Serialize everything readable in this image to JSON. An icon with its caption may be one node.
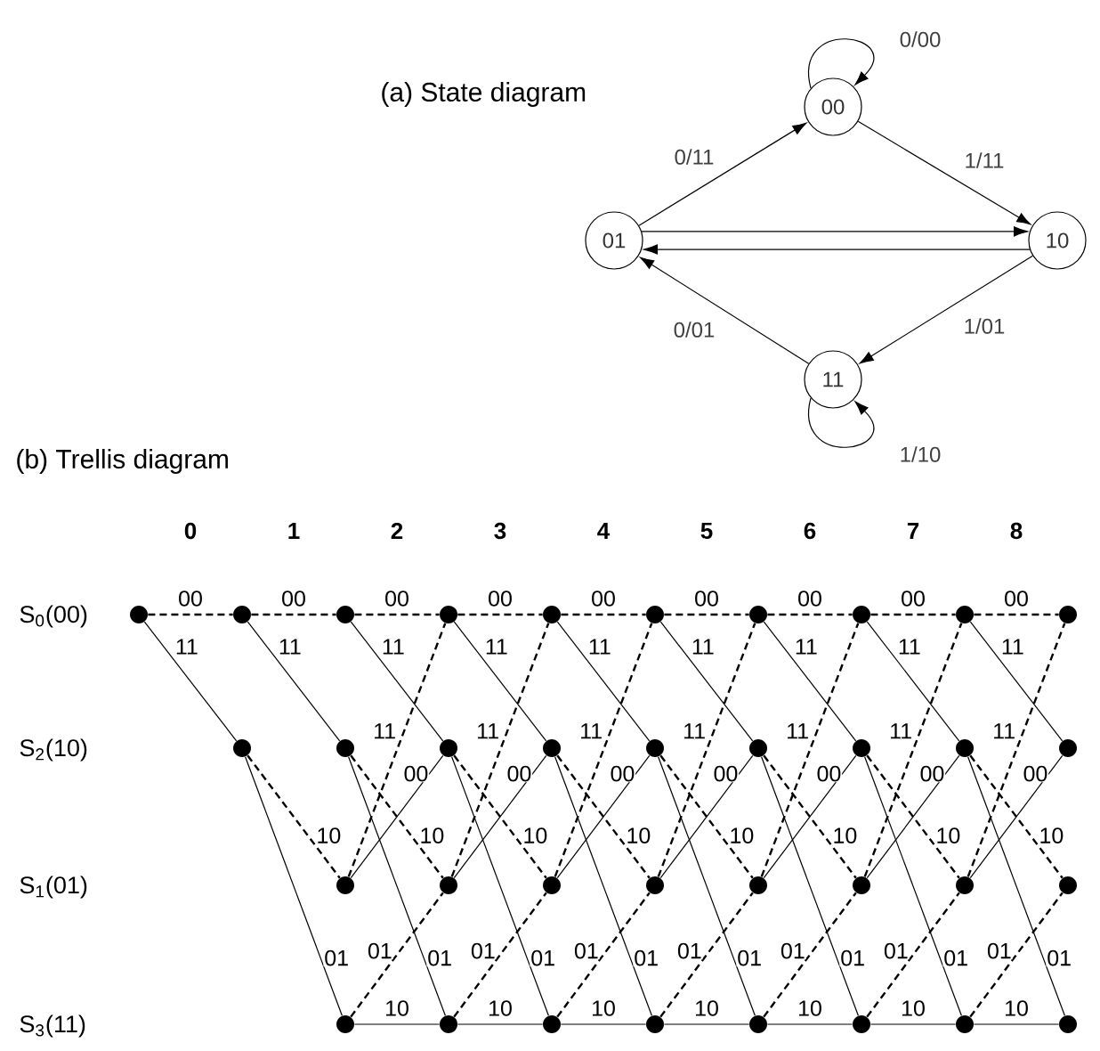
{
  "diagram": {
    "nodes": [
      {
        "text": [
          "00"
        ]
      },
      {
        "text": [
          "01"
        ]
      },
      {
        "text": [
          "10"
        ]
      },
      {
        "text": [
          "11"
        ]
      },
      {
        "text": [],
        "shape": "circle"
      },
      {
        "text": [],
        "shape": "circle"
      },
      {
        "text": [],
        "shape": "circle"
      },
      {
        "text": [],
        "shape": "circle"
      },
      {
        "text": [],
        "shape": "circle"
      },
      {
        "text": [],
        "shape": "circle"
      },
      {
        "text": [],
        "shape": "circle"
      },
      {
        "text": [],
        "shape": "circle"
      },
      {
        "text": [],
        "shape": "circle"
      },
      {
        "text": [],
        "shape": "circle"
      },
      {
        "text": [],
        "shape": "circle"
      },
      {
        "text": [],
        "shape": "circle"
      },
      {
        "text": [],
        "shape": "circle"
      },
      {
        "text": [],
        "shape": "circle"
      },
      {
        "text": [],
        "shape": "circle"
      },
      {
        "text": [],
        "shape": "circle"
      },
      {
        "text": [],
        "shape": "circle"
      },
      {
        "text": [],
        "shape": "circle"
      },
      {
        "text": [],
        "shape": "circle"
      },
      {
        "text": [],
        "shape": "circle"
      },
      {
        "text": [],
        "shape": "circle"
      },
      {
        "text": [],
        "shape": "circle"
      },
      {
        "text": [],
        "shape": "circle"
      },
      {
        "text": [],
        "shape": "circle"
      },
      {
        "text": [],
        "shape": "circle"
      },
      {
        "text": [],
        "shape": "circle"
      },
      {
        "text": [],
        "shape": "circle"
      },
      {
        "text": [],
        "shape": "circle"
      },
      {
        "text": [],
        "shape": "circle"
      },
      {
        "text": [],
        "shape": "circle"
      },
      {
        "text": [],
        "shape": "circle"
      },
      {
        "text": [],
        "shape": "circle"
      },
      {
        "text": [],
        "shape": "circle"
      },
      {
        "text": [],
        "shape": "circle"
      },
      {
        "text": [],
        "shape": "circle"
      }
    ],
    "edges": [
      {
        "from": 0,
        "to": 0,
        "arrow": "to",
        "label": "0/00"
      },
      {
        "from": 0,
        "to": 2,
        "arrow": "to",
        "label": "1/11"
      },
      {
        "from": 1,
        "to": 0,
        "arrow": "to",
        "label": "0/11"
      },
      {
        "from": 1,
        "to": 2,
        "arrow": "to"
      },
      {
        "from": 2,
        "to": 1,
        "arrow": "to"
      },
      {
        "from": 2,
        "to": 3,
        "arrow": "to",
        "label": "1/01"
      },
      {
        "from": 3,
        "to": 1,
        "arrow": "to",
        "label": "0/01"
      },
      {
        "from": 3,
        "to": 3,
        "arrow": "to",
        "label": "1/10"
      },
      {
        "from": 4,
        "to": 5,
        "arrow": "none",
        "label": "00",
        "style": "dashed"
      },
      {
        "from": 4,
        "to": 6,
        "arrow": "none",
        "label": "11"
      },
      {
        "from": 5,
        "to": 7,
        "arrow": "none",
        "label": "00",
        "style": "dashed"
      },
      {
        "from": 5,
        "to": 8,
        "arrow": "none",
        "label": "11"
      },
      {
        "from": 6,
        "to": 9,
        "arrow": "none",
        "label": "10",
        "style": "dashed"
      },
      {
        "from": 6,
        "to": 10,
        "arrow": "none",
        "label": "01"
      },
      {
        "from": 7,
        "to": 11,
        "arrow": "none",
        "label": "00",
        "style": "dashed"
      },
      {
        "from": 7,
        "to": 12,
        "arrow": "none",
        "label": "11"
      },
      {
        "from": 8,
        "to": 13,
        "arrow": "none",
        "label": "10",
        "style": "dashed"
      },
      {
        "from": 8,
        "to": 14,
        "arrow": "none",
        "label": "01"
      },
      {
        "from": 9,
        "to": 11,
        "arrow": "none",
        "label": "11",
        "style": "dashed"
      },
      {
        "from": 9,
        "to": 12,
        "arrow": "none",
        "label": "00"
      },
      {
        "from": 10,
        "to": 13,
        "arrow": "none",
        "label": "01",
        "style": "dashed"
      },
      {
        "from": 10,
        "to": 14,
        "arrow": "none",
        "label": "10"
      },
      {
        "from": 11,
        "to": 15,
        "arrow": "none",
        "label": "00",
        "style": "dashed"
      },
      {
        "from": 11,
        "to": 16,
        "arrow": "none",
        "label": "11"
      },
      {
        "from": 12,
        "to": 17,
        "arrow": "none",
        "label": "10",
        "style": "dashed"
      },
      {
        "from": 12,
        "to": 18,
        "arrow": "none",
        "label": "01"
      },
      {
        "from": 13,
        "to": 15,
        "arrow": "none",
        "label": "11",
        "style": "dashed"
      },
      {
        "from": 13,
        "to": 16,
        "arrow": "none",
        "label": "00"
      },
      {
        "from": 14,
        "to": 17,
        "arrow": "none",
        "label": "01",
        "style": "dashed"
      },
      {
        "from": 14,
        "to": 18,
        "arrow": "none",
        "label": "10"
      },
      {
        "from": 15,
        "to": 19,
        "arrow": "none",
        "label": "00",
        "style": "dashed"
      },
      {
        "from": 15,
        "to": 20,
        "arrow": "none",
        "label": "11"
      },
      {
        "from": 16,
        "to": 21,
        "arrow": "none",
        "label": "10",
        "style": "dashed"
      },
      {
        "from": 16,
        "to": 22,
        "arrow": "none",
        "label": "01"
      },
      {
        "from": 17,
        "to": 19,
        "arrow": "none",
        "label": "11",
        "style": "dashed"
      },
      {
        "from": 17,
        "to": 20,
        "arrow": "none",
        "label": "00"
      },
      {
        "from": 18,
        "to": 21,
        "arrow": "none",
        "label": "01",
        "style": "dashed"
      },
      {
        "from": 18,
        "to": 22,
        "arrow": "none",
        "label": "10"
      },
      {
        "from": 19,
        "to": 23,
        "arrow": "none",
        "label": "00",
        "style": "dashed"
      },
      {
        "from": 19,
        "to": 24,
        "arrow": "none",
        "label": "11"
      },
      {
        "from": 20,
        "to": 25,
        "arrow": "none",
        "label": "10",
        "style": "dashed"
      },
      {
        "from": 20,
        "to": 26,
        "arrow": "none",
        "label": "01"
      },
      {
        "from": 21,
        "to": 23,
        "arrow": "none",
        "label": "11",
        "style": "dashed"
      },
      {
        "from": 21,
        "to": 24,
        "arrow": "none",
        "label": "00"
      },
      {
        "from": 22,
        "to": 25,
        "arrow": "none",
        "label": "01",
        "style": "dashed"
      },
      {
        "from": 22,
        "to": 26,
        "arrow": "none",
        "label": "10"
      },
      {
        "from": 23,
        "to": 27,
        "arrow": "none",
        "label": "00",
        "style": "dashed"
      },
      {
        "from": 23,
        "to": 28,
        "arrow": "none",
        "label": "11"
      },
      {
        "from": 24,
        "to": 29,
        "arrow": "none",
        "label": "10",
        "style": "dashed"
      },
      {
        "from": 24,
        "to": 30,
        "arrow": "none",
        "label": "01"
      },
      {
        "from": 25,
        "to": 27,
        "arrow": "none",
        "label": "11",
        "style": "dashed"
      },
      {
        "from": 25,
        "to": 28,
        "arrow": "none",
        "label": "00"
      },
      {
        "from": 26,
        "to": 29,
        "arrow": "none",
        "label": "01",
        "style": "dashed"
      },
      {
        "from": 26,
        "to": 30,
        "arrow": "none",
        "label": "10"
      },
      {
        "from": 27,
        "to": 31,
        "arrow": "none",
        "label": "00",
        "style": "dashed"
      },
      {
        "from": 27,
        "to": 32,
        "arrow": "none",
        "label": "11"
      },
      {
        "from": 28,
        "to": 33,
        "arrow": "none",
        "label": "10",
        "style": "dashed"
      },
      {
        "from": 28,
        "to": 34,
        "arrow": "none",
        "label": "01"
      },
      {
        "from": 29,
        "to": 31,
        "arrow": "none",
        "label": "11",
        "style": "dashed"
      },
      {
        "from": 29,
        "to": 32,
        "arrow": "none",
        "label": "00"
      },
      {
        "from": 30,
        "to": 33,
        "arrow": "none",
        "label": "01",
        "style": "dashed"
      },
      {
        "from": 30,
        "to": 34,
        "arrow": "none",
        "label": "10"
      },
      {
        "from": 31,
        "to": 35,
        "arrow": "none",
        "label": "00",
        "style": "dashed"
      },
      {
        "from": 31,
        "to": 36,
        "arrow": "none",
        "label": "11"
      },
      {
        "from": 32,
        "to": 37,
        "arrow": "none",
        "label": "10",
        "style": "dashed"
      },
      {
        "from": 32,
        "to": 38,
        "arrow": "none",
        "label": "01"
      },
      {
        "from": 33,
        "to": 35,
        "arrow": "none",
        "label": "11",
        "style": "dashed"
      },
      {
        "from": 33,
        "to": 36,
        "arrow": "none",
        "label": "00"
      },
      {
        "from": 34,
        "to": 37,
        "arrow": "none",
        "label": "01",
        "style": "dashed"
      },
      {
        "from": 34,
        "to": 38,
        "arrow": "none",
        "label": "10"
      }
    ],
    "labels": [
      "(a) State diagram",
      "(b) Trellis diagram",
      "0",
      "1",
      "2",
      "3",
      "4",
      "5",
      "6",
      "7",
      "8",
      "S$_{0}$(00)",
      "S$_{2}$(10)",
      "S$_{1}$(01)",
      "S$_{3}$(11)"
    ]
  }
}
